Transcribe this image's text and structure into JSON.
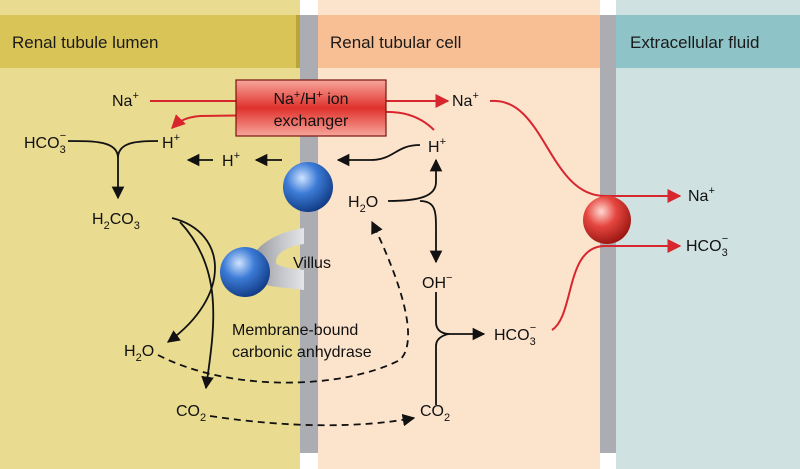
{
  "headers": {
    "lumen": "Renal tubule lumen",
    "cell": "Renal tubular cell",
    "ecf": "Extracellular fluid"
  },
  "exchanger": {
    "line1_base": "Na",
    "line1_sup1": "+",
    "line1_mid": "/H",
    "line1_sup2": "+",
    "line1_end": " ion",
    "line2": "exchanger"
  },
  "labels": {
    "na_lumen": {
      "base": "Na",
      "sup": "+"
    },
    "na_cell": {
      "base": "Na",
      "sup": "+"
    },
    "na_ecf": {
      "base": "Na",
      "sup": "+"
    },
    "hco3_lumen": {
      "base": "HCO",
      "sub": "3",
      "sup": "−"
    },
    "hco3_cell": {
      "base": "HCO",
      "sub": "3",
      "sup": "−"
    },
    "hco3_ecf": {
      "base": "HCO",
      "sub": "3",
      "sup": "−"
    },
    "h_lumen": {
      "base": "H",
      "sup": "+"
    },
    "h_near_membrane": {
      "base": "H",
      "sup": "+"
    },
    "h_cell": {
      "base": "H",
      "sup": "+"
    },
    "h2co3": {
      "p1": "H",
      "s1": "2",
      "p2": "CO",
      "s2": "3"
    },
    "h2o_cell": {
      "p1": "H",
      "s1": "2",
      "p2": "O"
    },
    "h2o_lumen": {
      "p1": "H",
      "s1": "2",
      "p2": "O"
    },
    "co2_lumen": {
      "p1": "CO",
      "s1": "2"
    },
    "co2_cell": {
      "p1": "CO",
      "s1": "2"
    },
    "oh_cell": {
      "base": "OH",
      "sup": "−"
    },
    "villus": "Villus",
    "enzyme_line1": "Membrane-bound",
    "enzyme_line2": "carbonic anhydrase"
  },
  "colors": {
    "lumen_bg": "#E9DB8F",
    "lumen_header": "#D9C557",
    "cell_bg": "#FCE3CC",
    "cell_header": "#F8BF94",
    "ecf_bg": "#CFE2E1",
    "ecf_header": "#8EC3C7",
    "membrane": "#ABADB2",
    "transport_arrow": "#D8262E",
    "carrier_blue": "#2F6BC9",
    "carrier_red": "#E5463F"
  }
}
